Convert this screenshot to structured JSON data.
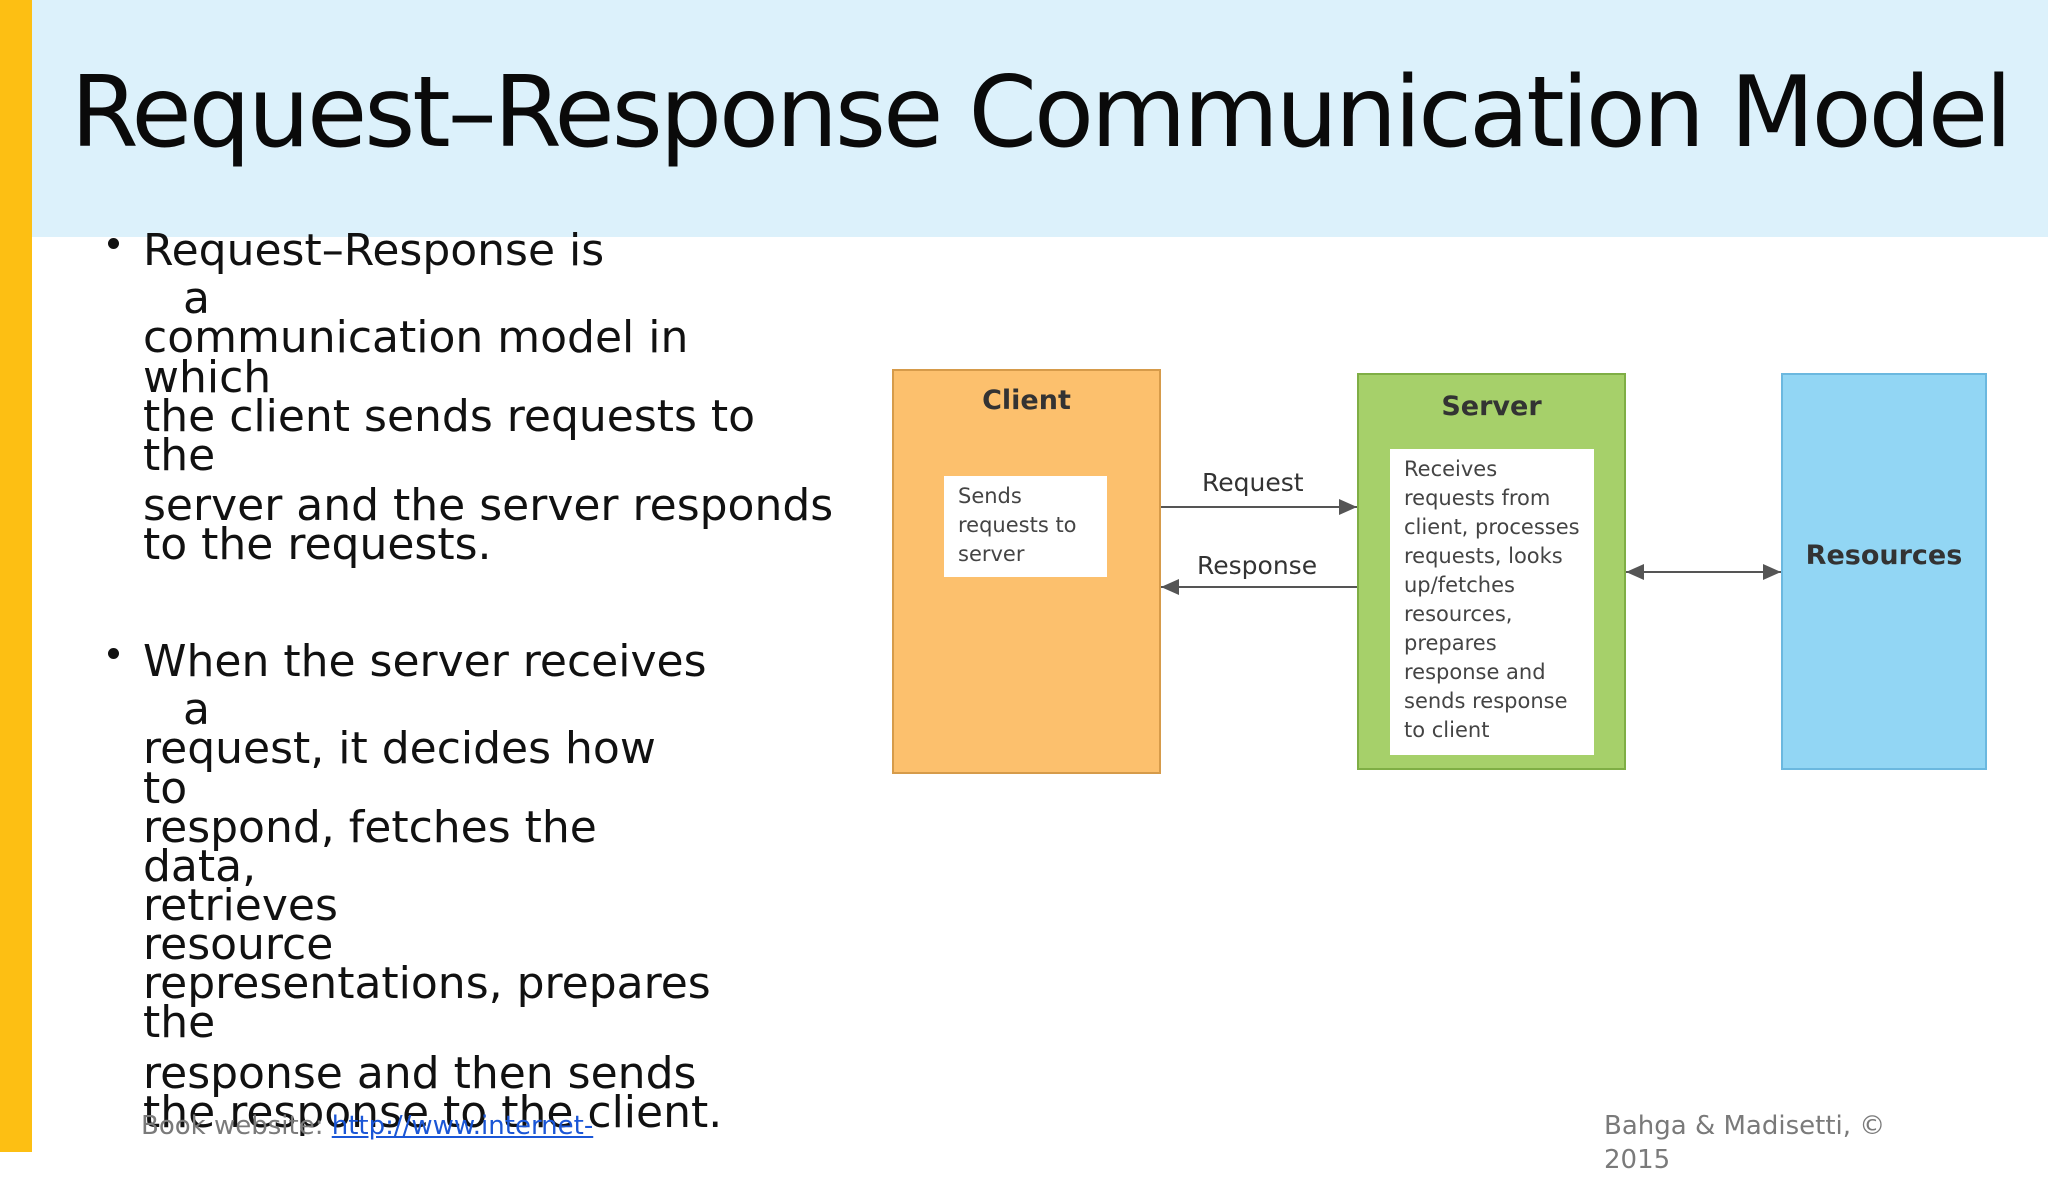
{
  "slide": {
    "title": "Request–Response Communication Model",
    "bullets": [
      {
        "lines": [
          "Request–Response        is",
          "a",
          "communication  model in",
          "which",
          "the    client sends requests to",
          "the",
          "server and the server responds",
          "to the requests."
        ]
      },
      {
        "lines": [
          "When      the   server  receives",
          "a",
          "request,      it    decides  how",
          "to",
          "respond,      fetches    the",
          "data,",
          "retrieves",
          "resource",
          "representations,    prepares",
          "the",
          "response    and  then  sends",
          "the response to the client."
        ]
      }
    ],
    "footer": {
      "book_label": "Book website:",
      "book_link": "http://www.internet-",
      "copyright": "Bahga & Madisetti, © 2015"
    }
  },
  "diagram": {
    "client": {
      "title": "Client",
      "text": "Sends requests to server"
    },
    "server": {
      "title": "Server",
      "text": "Receives requests from client, processes requests, looks up/fetches resources, prepares response and sends response to client"
    },
    "resources": {
      "title": "Resources"
    },
    "request_label": "Request",
    "response_label": "Response"
  },
  "colors": {
    "accent": "#fdbf13",
    "title_band": "#dcf1fb",
    "client": "#fcc06d",
    "server": "#a6d06a",
    "resources": "#92d6f4"
  }
}
